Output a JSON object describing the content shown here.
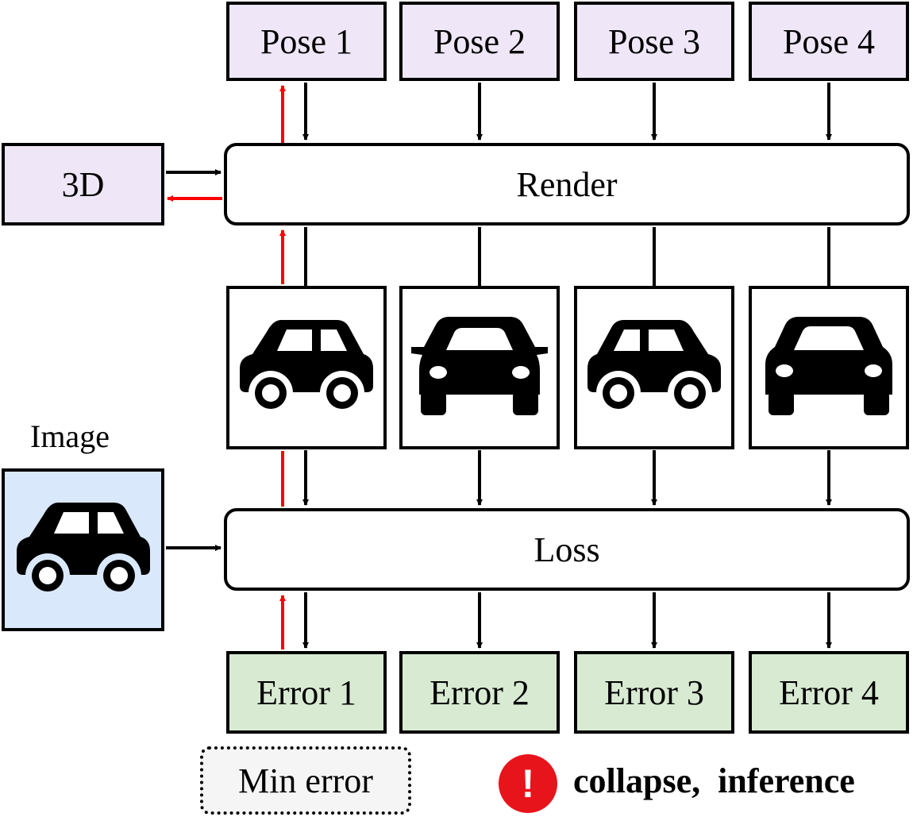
{
  "poses": [
    "Pose 1",
    "Pose 2",
    "Pose 3",
    "Pose 4"
  ],
  "errors": [
    "Error 1",
    "Error 2",
    "Error 3",
    "Error 4"
  ],
  "render_label": "Render",
  "loss_label": "Loss",
  "threed_label": "3D",
  "image_label": "Image",
  "min_error_label": "Min error",
  "legend": {
    "icon": "exclamation-icon",
    "symbol": "!",
    "text": "collapse,  inference"
  },
  "render_views": [
    {
      "name": "car-side-view-icon"
    },
    {
      "name": "car-front-view-icon"
    },
    {
      "name": "car-side-view-icon"
    },
    {
      "name": "car-front-view-icon"
    }
  ],
  "input_image_icon": "car-side-view-icon",
  "colors": {
    "pose_fill": "#efe6f8",
    "error_fill": "#d9ead3",
    "image_fill": "#dae8fc",
    "min_error_fill": "#f5f5f5",
    "backward_arrow": "#ff0000",
    "forward_arrow": "#000000",
    "alert": "#e8141b"
  }
}
